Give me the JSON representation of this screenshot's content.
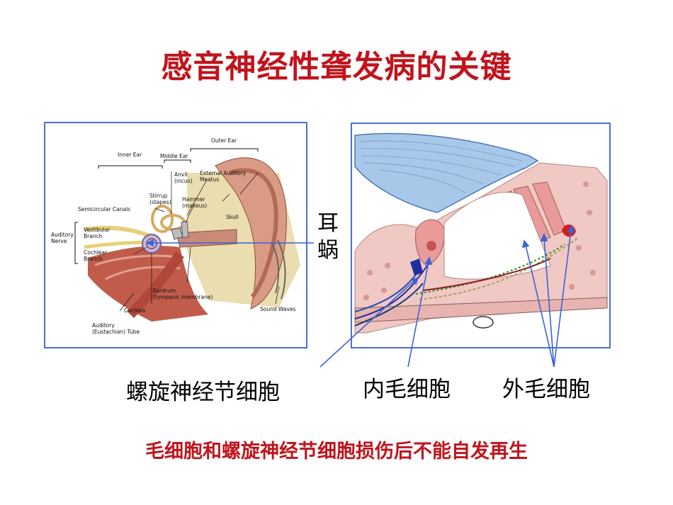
{
  "title": "感音神经性聋发病的关键",
  "ear_diagram": {
    "labels": {
      "outer_ear": "Outer Ear",
      "inner_ear": "Inner Ear",
      "middle_ear": "Middle Ear",
      "anvil": "Anvil\n(incus)",
      "external_auditory_meatus": "External Auditory\nMeatus",
      "stirrup": "Stirrup\n(stapes)",
      "hammer": "Hammer\n(malleus)",
      "semicircular_canals": "Semicircular Canals",
      "skull": "Skull",
      "auditory_nerve": "Auditory\nNerve",
      "vestibular_branch": "Vestibular\nBranch",
      "cochlear_branch": "Cochlear\nBranch",
      "eardrum": "Eardrum\n(tympanic membrane)",
      "cochlea": "Cochlea",
      "sound_waves": "Sound Waves",
      "auditory_tube": "Auditory\n(Eustachian) Tube"
    }
  },
  "cochlea_label": "耳蜗",
  "captions": {
    "spiral_ganglion": "螺旋神经节细胞",
    "inner_hair": "内毛细胞",
    "outer_hair": "外毛细胞"
  },
  "footer": "毛细胞和螺旋神经节细胞损伤后不能自发再生",
  "colors": {
    "title": "#c0141c",
    "frame": "#4a6fd6",
    "pointer": "#3a63d8"
  }
}
